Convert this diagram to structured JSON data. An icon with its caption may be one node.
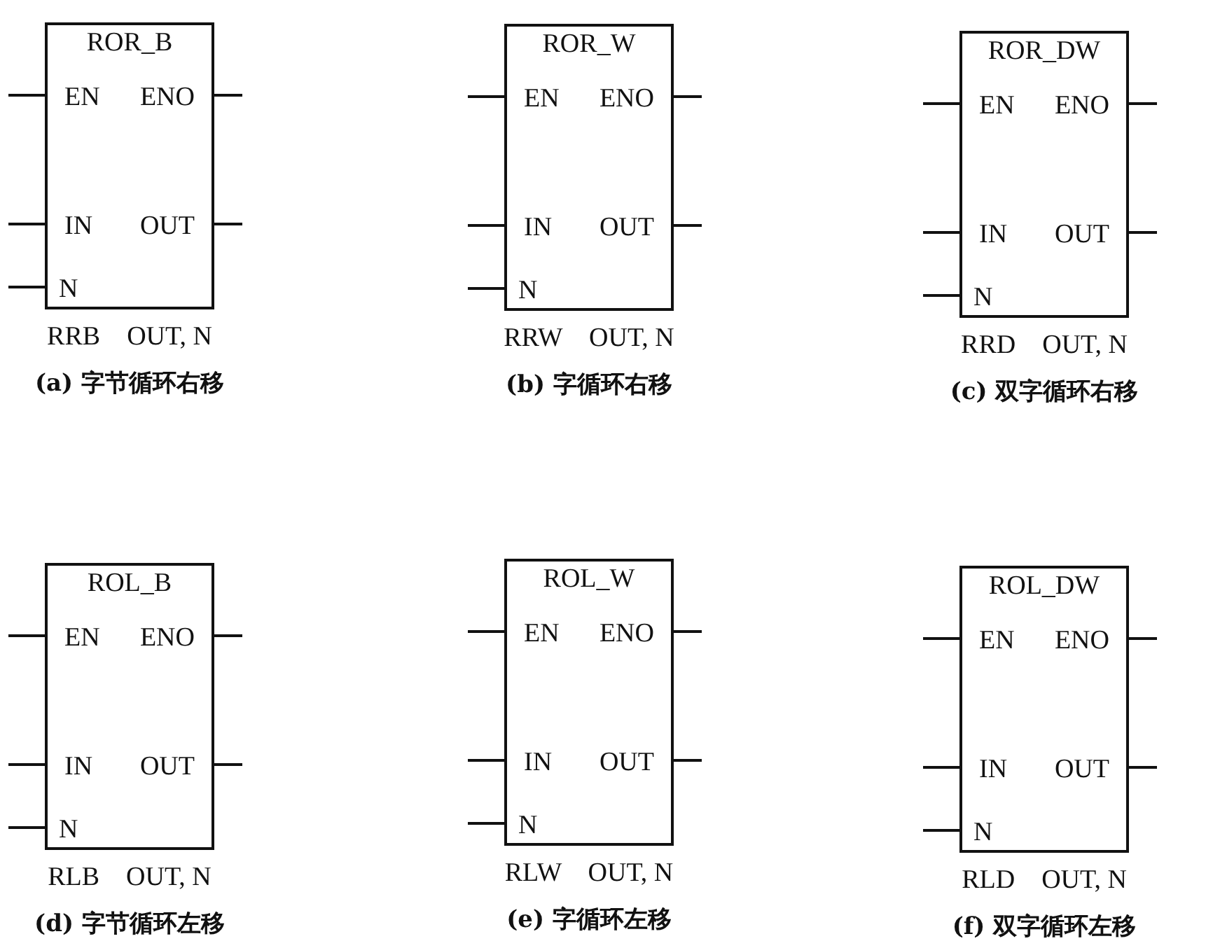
{
  "diagram": {
    "nodes": [
      {
        "text": [
          "ROR_B",
          "EN",
          "ENO",
          "IN",
          "OUT",
          "N"
        ],
        "beside": [
          "RRB    OUT, N",
          "(a) 字节循环右移"
        ]
      },
      {
        "text": [
          "ROR_W",
          "EN",
          "ENO",
          "IN",
          "OUT",
          "N"
        ],
        "beside": [
          "RRW    OUT, N",
          "(b) 字循环右移"
        ]
      },
      {
        "text": [
          "ROR_DW",
          "EN",
          "ENO",
          "IN",
          "OUT",
          "N"
        ],
        "beside": [
          "RRD    OUT, N",
          "(c) 双字循环右移"
        ]
      },
      {
        "text": [
          "ROL_B",
          "EN",
          "ENO",
          "IN",
          "OUT",
          "N"
        ],
        "beside": [
          "RLB    OUT, N",
          "(d) 字节循环左移"
        ]
      },
      {
        "text": [
          "ROL_W",
          "EN",
          "ENO",
          "IN",
          "OUT",
          "N"
        ],
        "beside": [
          "RLW    OUT, N",
          "(e) 字循环左移"
        ]
      },
      {
        "text": [
          "ROL_DW",
          "EN",
          "ENO",
          "IN",
          "OUT",
          "N"
        ],
        "beside": [
          "RLD    OUT, N",
          "(f) 双字循环左移"
        ]
      }
    ],
    "edges": [
      {
        "from": null,
        "to": 0,
        "arrow": "none"
      },
      {
        "from": null,
        "to": 0,
        "arrow": "none"
      },
      {
        "from": null,
        "to": 0,
        "arrow": "none"
      },
      {
        "from": 0,
        "to": null,
        "arrow": "none"
      },
      {
        "from": 0,
        "to": null,
        "arrow": "none"
      },
      {
        "from": null,
        "to": 1,
        "arrow": "none"
      },
      {
        "from": null,
        "to": 1,
        "arrow": "none"
      },
      {
        "from": null,
        "to": 1,
        "arrow": "none"
      },
      {
        "from": 1,
        "to": null,
        "arrow": "none"
      },
      {
        "from": 1,
        "to": null,
        "arrow": "none"
      },
      {
        "from": null,
        "to": 2,
        "arrow": "none"
      },
      {
        "from": null,
        "to": 2,
        "arrow": "none"
      },
      {
        "from": null,
        "to": 2,
        "arrow": "none"
      },
      {
        "from": 2,
        "to": null,
        "arrow": "none"
      },
      {
        "from": 2,
        "to": null,
        "arrow": "none"
      },
      {
        "from": null,
        "to": 3,
        "arrow": "none"
      },
      {
        "from": null,
        "to": 3,
        "arrow": "none"
      },
      {
        "from": null,
        "to": 3,
        "arrow": "none"
      },
      {
        "from": 3,
        "to": null,
        "arrow": "none"
      },
      {
        "from": 3,
        "to": null,
        "arrow": "none"
      },
      {
        "from": null,
        "to": 4,
        "arrow": "none"
      },
      {
        "from": null,
        "to": 4,
        "arrow": "none"
      },
      {
        "from": null,
        "to": 4,
        "arrow": "none"
      },
      {
        "from": 4,
        "to": null,
        "arrow": "none"
      },
      {
        "from": 4,
        "to": null,
        "arrow": "none"
      },
      {
        "from": null,
        "to": 5,
        "arrow": "none"
      },
      {
        "from": null,
        "to": 5,
        "arrow": "none"
      },
      {
        "from": null,
        "to": 5,
        "arrow": "none"
      },
      {
        "from": 5,
        "to": null,
        "arrow": "none"
      },
      {
        "from": 5,
        "to": null,
        "arrow": "none"
      }
    ]
  }
}
